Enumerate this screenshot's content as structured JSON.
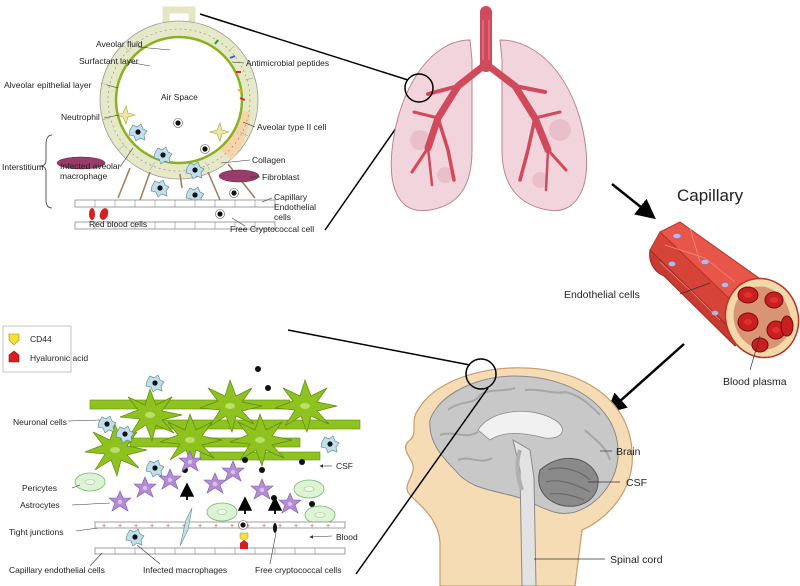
{
  "colors": {
    "lung_tissue": "#f2d4dc",
    "airway": "#d14a5c",
    "alveolar_fluid": "#e6e9c8",
    "neuron": "#8ec21f",
    "astrocyte": "#b48bd6",
    "pericyte": "#dcf3d4",
    "macrophage": "#bfe0ea",
    "rbc": "#d92020",
    "capillary_wall": "#e8564a",
    "plasma": "#f3d9a9",
    "skin": "#f5dcb4",
    "brain": "#c8c8c8",
    "cd44": "#f3e03a",
    "hyaluronic_acid": "#d81e1e"
  },
  "icons": [
    "lung-icon",
    "capillary-icon",
    "head-icon",
    "cryptococcus-cell-icon",
    "macrophage-icon",
    "neuron-icon",
    "astrocyte-icon",
    "pericyte-icon",
    "red-blood-cell-icon",
    "cd44-marker-icon",
    "hyaluronic-acid-marker-icon"
  ],
  "alveolus": {
    "aveolar_fluid": "Aveolar fluid",
    "surfactant_layer": "Surfactant layer",
    "alveolar_epithelial_layer": "Alveolar epithelial layer",
    "air_space": "Air Space",
    "neutrophil": "Neutrophil",
    "interstitium": "Interstitium",
    "infected_macrophage_1": "Infected aveolar",
    "infected_macrophage_2": "macrophage",
    "red_blood_cells": "Red blood cells",
    "antimicrobial_peptides": "Antimicrobial peptides",
    "aveolar_type_ii": "Aveolar type II cell",
    "collagen": "Collagen",
    "fibroblast": "Fibroblast",
    "capillary": "Capillary",
    "endothelial": "Endothelial",
    "cells": "cells",
    "free_cryptococcal": "Free Cryptococcal cell"
  },
  "capillary": {
    "title": "Capillary",
    "endothelial_cells": "Endothelial cells",
    "blood_plasma": "Blood plasma"
  },
  "head": {
    "brain": "Brain",
    "csf": "CSF",
    "spinal_cord": "Spinal cord"
  },
  "legend": {
    "cd44": "CD44",
    "hyaluronic_acid": "Hyaluronic acid"
  },
  "bbb": {
    "neuronal_cells": "Neuronal cells",
    "csf": "CSF",
    "pericytes": "Pericytes",
    "astrocytes": "Astrocytes",
    "tight_junctions": "Tight junctions",
    "blood": "Blood",
    "capillary_endothelial_cells": "Capillary endothelial cells",
    "infected_macrophages": "Infected macrophages",
    "free_cryptococcal_cells": "Free cryptococcal cells"
  }
}
